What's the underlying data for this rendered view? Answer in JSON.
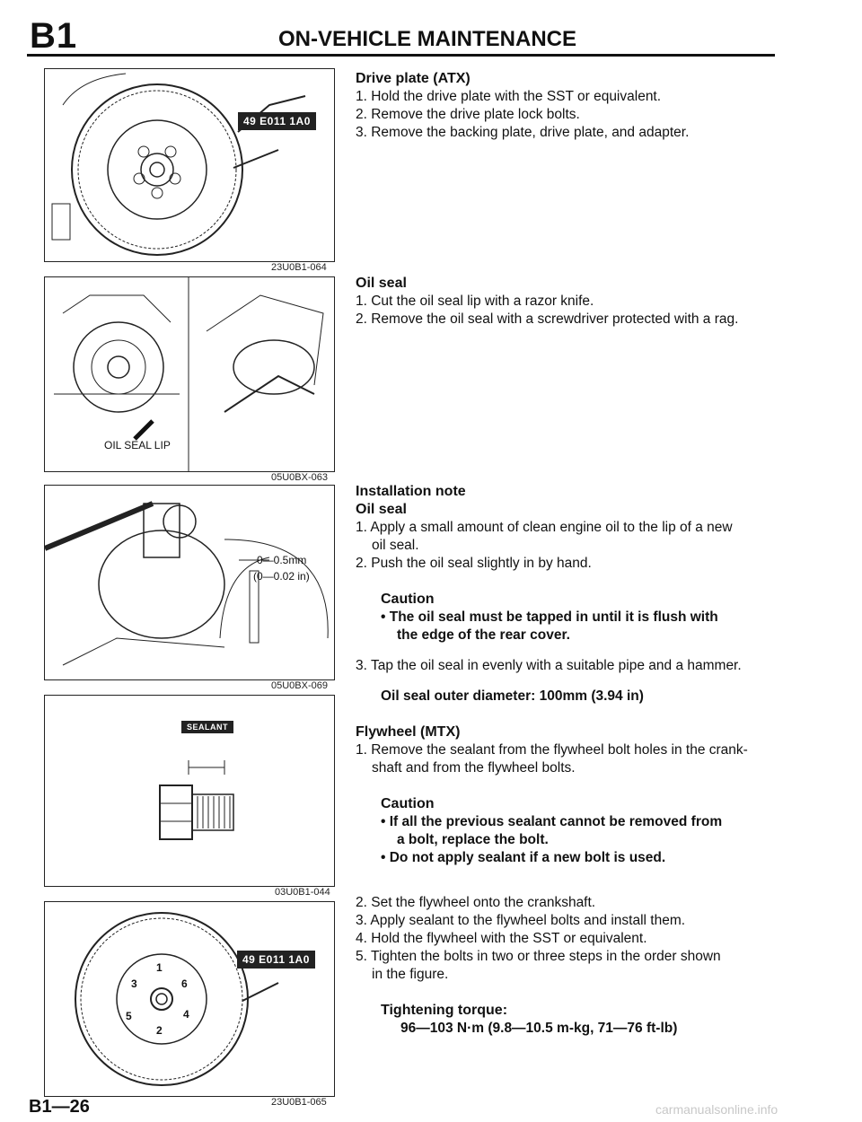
{
  "header": {
    "section": "B1",
    "title": "ON-VEHICLE MAINTENANCE"
  },
  "figures": {
    "fig1": {
      "code": "23U0B1-064",
      "tool": "49 E011 1A0"
    },
    "fig2": {
      "code": "05U0BX-063",
      "label": "OIL SEAL LIP"
    },
    "fig3": {
      "code": "05U0BX-069",
      "dim_mm": "0—0.5mm",
      "dim_in": "(0—0.02 in)"
    },
    "fig4": {
      "code": "03U0B1-044",
      "badge": "SEALANT"
    },
    "fig5": {
      "code": "23U0B1-065",
      "tool": "49 E011 1A0",
      "order": [
        "1",
        "6",
        "3",
        "4",
        "5",
        "2"
      ]
    }
  },
  "drive_plate": {
    "heading": "Drive plate (ATX)",
    "steps": [
      "1. Hold the drive plate with the SST or equivalent.",
      "2. Remove the drive plate lock bolts.",
      "3. Remove the backing plate, drive plate, and adapter."
    ]
  },
  "oil_seal": {
    "heading": "Oil seal",
    "steps": [
      "1. Cut the oil seal lip with a razor knife.",
      "2. Remove the oil seal with a screwdriver protected with a rag."
    ]
  },
  "installation": {
    "heading": "Installation note",
    "sub": "Oil seal",
    "step1": "1. Apply a small amount of clean engine oil to the lip of a new",
    "step1b": "oil seal.",
    "step2": "2. Push the oil seal slightly in by hand.",
    "caution_title": "Caution",
    "caution1": "• The oil seal must be tapped in until it is flush with",
    "caution1b": "the edge of the rear cover.",
    "step3": "3. Tap the oil seal in evenly with a suitable pipe and a hammer.",
    "spec": "Oil seal outer diameter: 100mm (3.94 in)"
  },
  "flywheel": {
    "heading": "Flywheel (MTX)",
    "step1": "1. Remove the sealant from the flywheel bolt holes in the crank-",
    "step1b": "shaft and from the flywheel bolts.",
    "caution_title": "Caution",
    "caution1": "• If all the previous sealant cannot be removed from",
    "caution1b": "a bolt, replace the bolt.",
    "caution2": "• Do not apply sealant if a new bolt is used.",
    "step2": "2. Set the flywheel onto the crankshaft.",
    "step3": "3. Apply sealant to the flywheel bolts and install them.",
    "step4": "4. Hold the flywheel with the SST or equivalent.",
    "step5": "5. Tighten the bolts in two or three steps in the order shown",
    "step5b": "in the figure.",
    "torque_title": "Tightening torque:",
    "torque": "96—103 N·m (9.8—10.5 m-kg, 71—76 ft-lb)"
  },
  "footer": {
    "page": "B1—26",
    "watermark": "carmanualsonline.info"
  }
}
